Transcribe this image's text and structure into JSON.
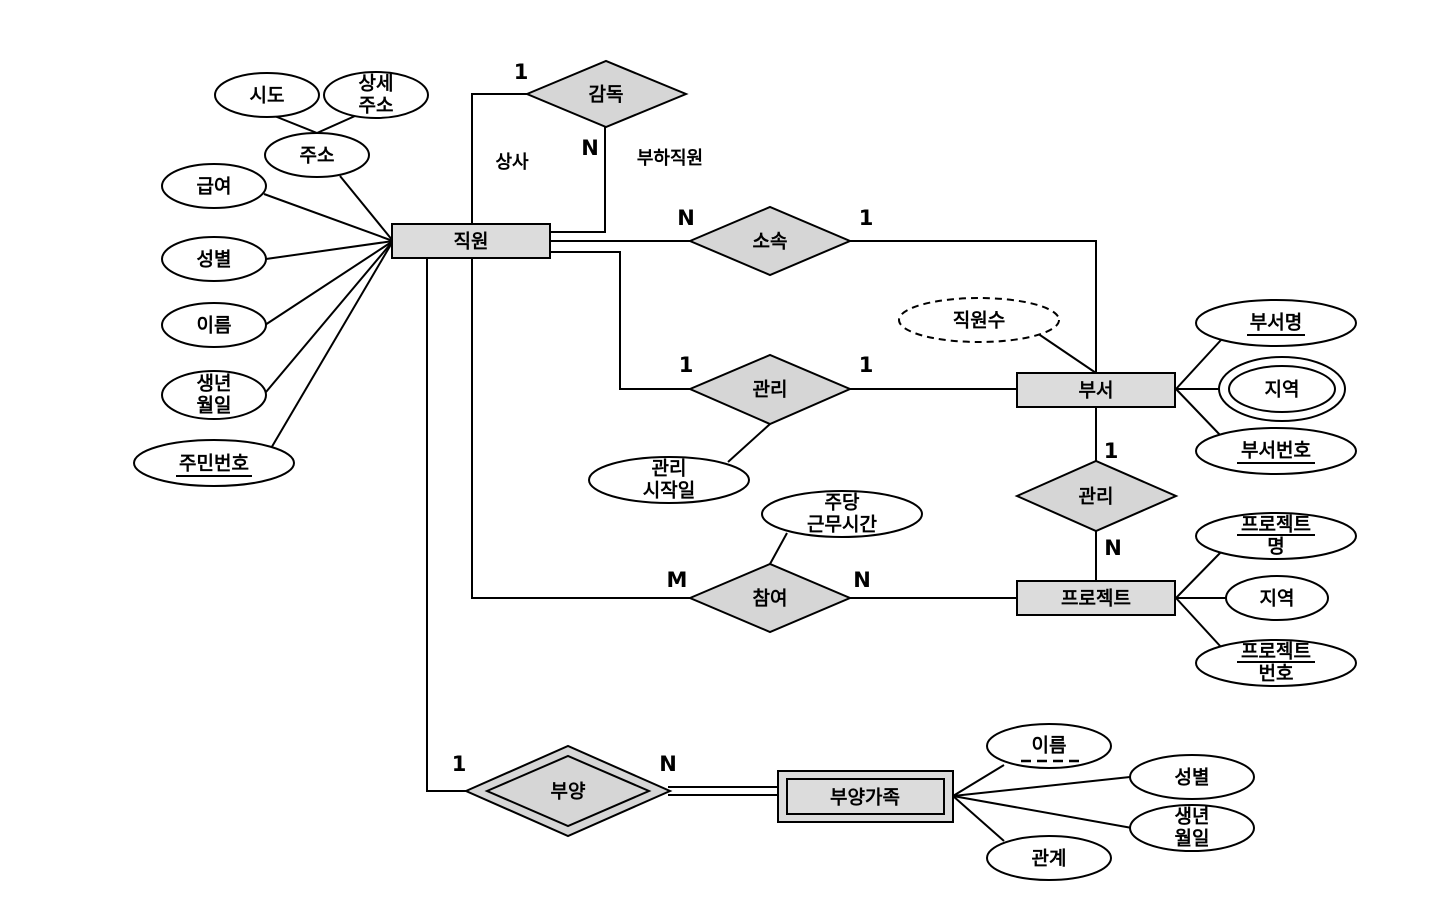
{
  "entities": {
    "employee": "직원",
    "department": "부서",
    "project": "프로젝트",
    "dependent": "부양가족"
  },
  "relationships": {
    "supervise": "감독",
    "belongs": "소속",
    "manages": "관리",
    "controls": "관리",
    "works_on": "참여",
    "dependents_of": "부양"
  },
  "roles": {
    "supervisor": "상사",
    "subordinate": "부하직원"
  },
  "cardinalities": {
    "supervise_supervisor": "1",
    "supervise_subordinate": "N",
    "belongs_employee": "N",
    "belongs_department": "1",
    "manages_employee": "1",
    "manages_department": "1",
    "controls_department": "1",
    "controls_project": "N",
    "works_on_employee": "M",
    "works_on_project": "N",
    "dependents_employee": "1",
    "dependents_dependent": "N"
  },
  "attributes": {
    "employee": {
      "sido": "시도",
      "detail_line1": "상세",
      "detail_line2": "주소",
      "address": "주소",
      "salary": "급여",
      "gender": "성별",
      "name": "이름",
      "birth_line1": "생년",
      "birth_line2": "월일",
      "ssn": "주민번호"
    },
    "manages": {
      "start_line1": "관리",
      "start_line2": "시작일"
    },
    "works_on": {
      "hours_line1": "주당",
      "hours_line2": "근무시간"
    },
    "department": {
      "count": "직원수",
      "name": "부서명",
      "location": "지역",
      "number": "부서번호"
    },
    "project": {
      "name_line1": "프로젝트",
      "name_line2": "명",
      "location": "지역",
      "number_line1": "프로젝트",
      "number_line2": "번호"
    },
    "dependent": {
      "name": "이름",
      "gender": "성별",
      "birth_line1": "생년",
      "birth_line2": "월일",
      "relation": "관계"
    }
  }
}
